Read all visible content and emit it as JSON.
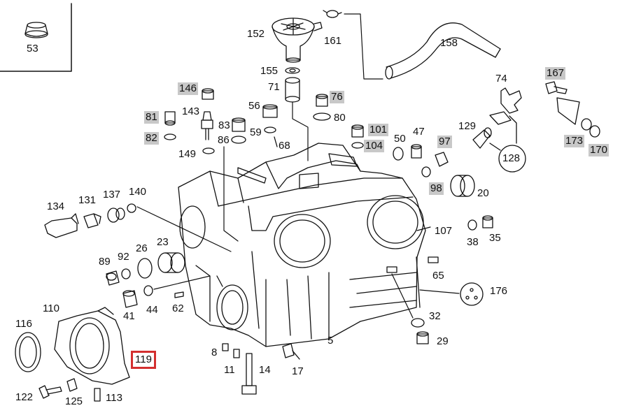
{
  "diagram": {
    "highlight_color": "#c8c8c8",
    "selection_color": "#d32f2f",
    "selected_part": "119",
    "parts": [
      {
        "id": "p53",
        "label": "53",
        "style": "plain"
      },
      {
        "id": "p152",
        "label": "152",
        "style": "plain"
      },
      {
        "id": "p161",
        "label": "161",
        "style": "plain"
      },
      {
        "id": "p158",
        "label": "158",
        "style": "plain"
      },
      {
        "id": "p155",
        "label": "155",
        "style": "plain"
      },
      {
        "id": "p71",
        "label": "71",
        "style": "plain"
      },
      {
        "id": "p74",
        "label": "74",
        "style": "plain"
      },
      {
        "id": "p167",
        "label": "167",
        "style": "highlight"
      },
      {
        "id": "p146",
        "label": "146",
        "style": "highlight"
      },
      {
        "id": "p76",
        "label": "76",
        "style": "highlight"
      },
      {
        "id": "p81",
        "label": "81",
        "style": "highlight"
      },
      {
        "id": "p143",
        "label": "143",
        "style": "plain"
      },
      {
        "id": "p56",
        "label": "56",
        "style": "plain"
      },
      {
        "id": "p80",
        "label": "80",
        "style": "plain"
      },
      {
        "id": "p83",
        "label": "83",
        "style": "plain"
      },
      {
        "id": "p59",
        "label": "59",
        "style": "plain"
      },
      {
        "id": "p101",
        "label": "101",
        "style": "highlight"
      },
      {
        "id": "p129",
        "label": "129",
        "style": "plain"
      },
      {
        "id": "p82",
        "label": "82",
        "style": "highlight"
      },
      {
        "id": "p86",
        "label": "86",
        "style": "plain"
      },
      {
        "id": "p50",
        "label": "50",
        "style": "plain"
      },
      {
        "id": "p47",
        "label": "47",
        "style": "plain"
      },
      {
        "id": "p104",
        "label": "104",
        "style": "highlight"
      },
      {
        "id": "p173",
        "label": "173",
        "style": "highlight"
      },
      {
        "id": "p170",
        "label": "170",
        "style": "highlight"
      },
      {
        "id": "p149",
        "label": "149",
        "style": "plain"
      },
      {
        "id": "p68",
        "label": "68",
        "style": "plain"
      },
      {
        "id": "p97",
        "label": "97",
        "style": "highlight"
      },
      {
        "id": "p128",
        "label": "128",
        "style": "plain"
      },
      {
        "id": "p98",
        "label": "98",
        "style": "highlight"
      },
      {
        "id": "p20",
        "label": "20",
        "style": "plain"
      },
      {
        "id": "p134",
        "label": "134",
        "style": "plain"
      },
      {
        "id": "p131",
        "label": "131",
        "style": "plain"
      },
      {
        "id": "p137",
        "label": "137",
        "style": "plain"
      },
      {
        "id": "p140",
        "label": "140",
        "style": "plain"
      },
      {
        "id": "p107",
        "label": "107",
        "style": "plain"
      },
      {
        "id": "p38",
        "label": "38",
        "style": "plain"
      },
      {
        "id": "p35",
        "label": "35",
        "style": "plain"
      },
      {
        "id": "p26",
        "label": "26",
        "style": "plain"
      },
      {
        "id": "p23",
        "label": "23",
        "style": "plain"
      },
      {
        "id": "p89",
        "label": "89",
        "style": "plain"
      },
      {
        "id": "p92",
        "label": "92",
        "style": "plain"
      },
      {
        "id": "p65",
        "label": "65",
        "style": "plain"
      },
      {
        "id": "p176",
        "label": "176",
        "style": "plain"
      },
      {
        "id": "p41",
        "label": "41",
        "style": "plain"
      },
      {
        "id": "p44",
        "label": "44",
        "style": "plain"
      },
      {
        "id": "p62",
        "label": "62",
        "style": "plain"
      },
      {
        "id": "p110",
        "label": "110",
        "style": "plain"
      },
      {
        "id": "p32",
        "label": "32",
        "style": "plain"
      },
      {
        "id": "p116",
        "label": "116",
        "style": "plain"
      },
      {
        "id": "p29",
        "label": "29",
        "style": "plain"
      },
      {
        "id": "p5",
        "label": "5",
        "style": "plain"
      },
      {
        "id": "p8",
        "label": "8",
        "style": "plain"
      },
      {
        "id": "p119",
        "label": "119",
        "style": "selected"
      },
      {
        "id": "p11",
        "label": "11",
        "style": "plain"
      },
      {
        "id": "p14",
        "label": "14",
        "style": "plain"
      },
      {
        "id": "p17",
        "label": "17",
        "style": "plain"
      },
      {
        "id": "p122",
        "label": "122",
        "style": "plain"
      },
      {
        "id": "p125",
        "label": "125",
        "style": "plain"
      },
      {
        "id": "p113",
        "label": "113",
        "style": "plain"
      }
    ]
  }
}
